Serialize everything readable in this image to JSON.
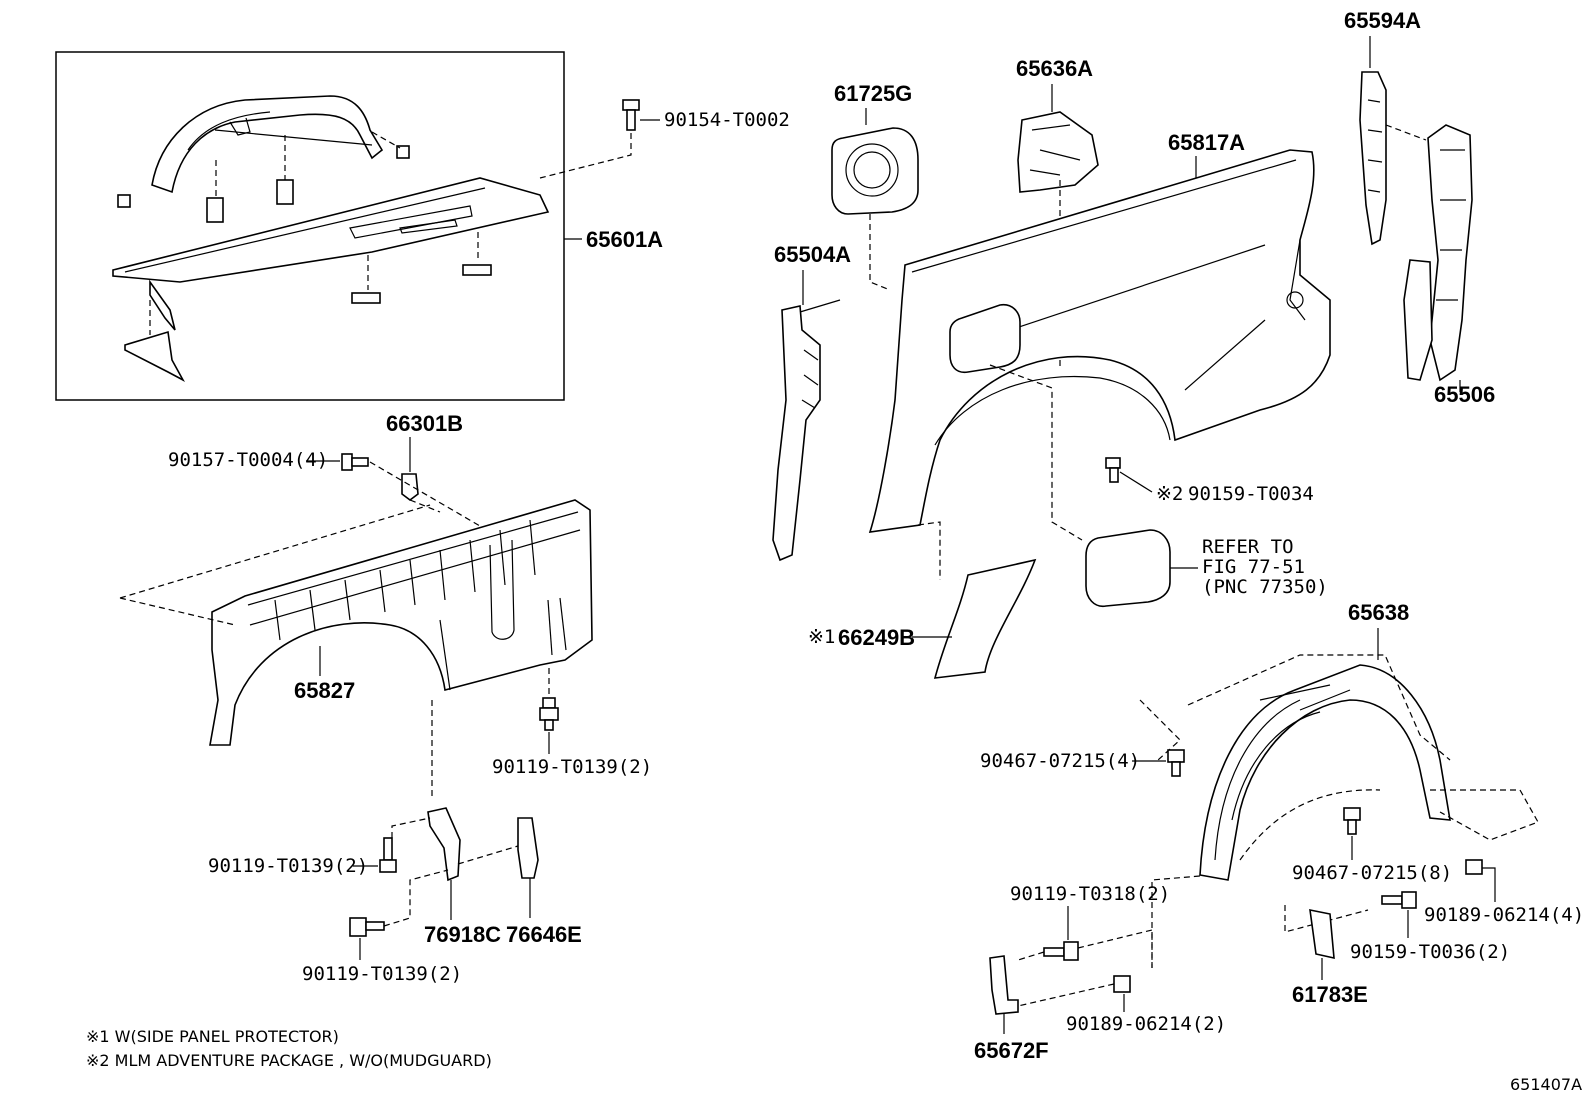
{
  "labels": {
    "p65594A": "65594A",
    "p65636A": "65636A",
    "p61725G": "61725G",
    "p65817A": "65817A",
    "p90154": "90154-T0002",
    "p65601A": "65601A",
    "p65504A": "65504A",
    "p65506": "65506",
    "p66301B": "66301B",
    "p90157": "90157-T0004(4)",
    "p90159_34": "90159-T0034",
    "p65827": "65827",
    "p66249B": "66249B",
    "p65638": "65638",
    "p90467_4": "90467-07215(4)",
    "p90119_a": "90119-T0139(2)",
    "p90119_b": "90119-T0139(2)",
    "p90119_c": "90119-T0139(2)",
    "p76918C": "76918C",
    "p76646E": "76646E",
    "p90467_8": "90467-07215(8)",
    "p90119_318": "90119-T0318(2)",
    "p90189_4": "90189-06214(4)",
    "p90159_36": "90159-T0036(2)",
    "p90189_2": "90189-06214(2)",
    "p61783E": "61783E",
    "p65672F": "65672F",
    "mark1": "※1",
    "mark2": "※2"
  },
  "refer": {
    "line1": "REFER TO",
    "line2": "FIG 77-51",
    "line3": "(PNC 77350)"
  },
  "notes": {
    "note1": "※1 W(SIDE PANEL PROTECTOR)",
    "note2": "※2 MLM ADVENTURE PACKAGE , W/O(MUDGUARD)"
  },
  "figure_id": "651407A"
}
